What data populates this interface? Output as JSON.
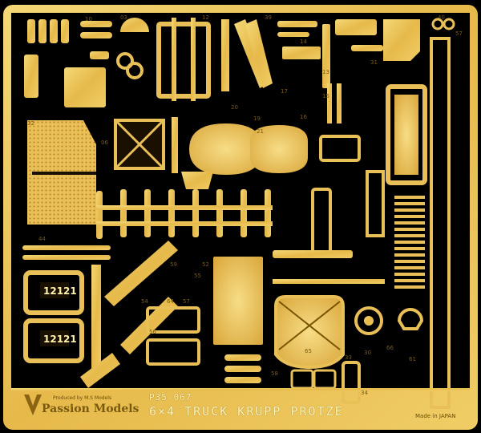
{
  "fret": {
    "code": "P35-067",
    "title": "6×4 TRUCK KRUPP PROTZE",
    "brand": "Passion Models",
    "producer_note": "Produced by M.S Models",
    "origin": "Made in JAPAN",
    "plate_markings": [
      "12121",
      "12121"
    ],
    "part_numbers": [
      "40",
      "03",
      "12",
      "39",
      "57",
      "14",
      "31",
      "13",
      "17",
      "15",
      "19",
      "20",
      "21",
      "16",
      "06",
      "59",
      "52",
      "44",
      "55",
      "54",
      "64",
      "65",
      "56",
      "58",
      "30",
      "33",
      "34",
      "66",
      "61",
      "57",
      "32",
      "10"
    ]
  },
  "colors": {
    "brass_light": "#f6d77a",
    "brass_mid": "#e2b443",
    "brass_dark": "#a87512",
    "background": "#000000"
  }
}
